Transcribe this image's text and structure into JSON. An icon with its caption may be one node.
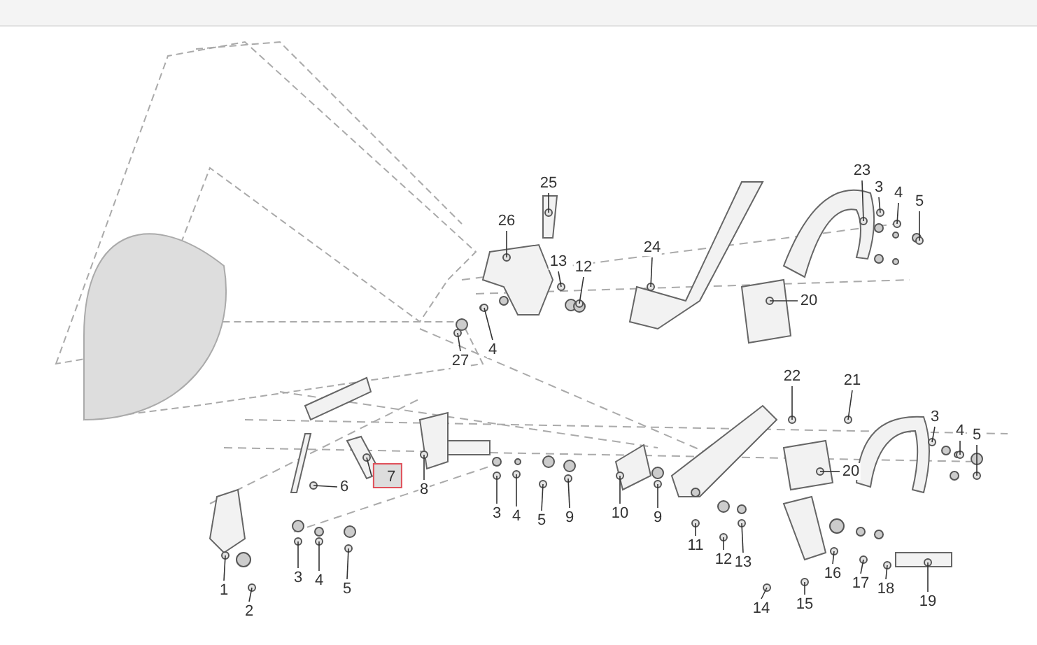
{
  "diagram": {
    "nodes": [
      {
        "text": [
          "25"
        ]
      },
      {
        "text": [
          "26"
        ]
      },
      {
        "text": [
          "13"
        ]
      },
      {
        "text": [
          "12"
        ]
      },
      {
        "text": [
          "24"
        ]
      },
      {
        "text": [
          "23"
        ]
      },
      {
        "text": [
          "3"
        ]
      },
      {
        "text": [
          "4"
        ]
      },
      {
        "text": [
          "5"
        ]
      },
      {
        "text": [
          "20"
        ]
      },
      {
        "text": [
          "27"
        ]
      },
      {
        "text": [
          "4"
        ]
      },
      {
        "text": [
          "22"
        ]
      },
      {
        "text": [
          "21"
        ]
      },
      {
        "text": [
          "3"
        ]
      },
      {
        "text": [
          "4"
        ]
      },
      {
        "text": [
          "5"
        ]
      },
      {
        "text": [
          "20"
        ]
      },
      {
        "text": [
          "8"
        ]
      },
      {
        "text": [
          "7"
        ]
      },
      {
        "text": [
          "6"
        ]
      },
      {
        "text": [
          "3"
        ]
      },
      {
        "text": [
          "4"
        ]
      },
      {
        "text": [
          "5"
        ]
      },
      {
        "text": [
          "9"
        ]
      },
      {
        "text": [
          "10"
        ]
      },
      {
        "text": [
          "9"
        ]
      },
      {
        "text": [
          "11"
        ]
      },
      {
        "text": [
          "12"
        ]
      },
      {
        "text": [
          "13"
        ]
      },
      {
        "text": [
          "14"
        ]
      },
      {
        "text": [
          "15"
        ]
      },
      {
        "text": [
          "16"
        ]
      },
      {
        "text": [
          "17"
        ]
      },
      {
        "text": [
          "18"
        ]
      },
      {
        "text": [
          "19"
        ]
      },
      {
        "text": [
          "1"
        ]
      },
      {
        "text": [
          "2"
        ]
      },
      {
        "text": [
          "3"
        ]
      },
      {
        "text": [
          "4"
        ]
      },
      {
        "text": [
          "5"
        ]
      }
    ],
    "edges": [
      {
        "from": 0,
        "to": null,
        "arrow": "none"
      },
      {
        "from": 1,
        "to": null,
        "arrow": "none"
      },
      {
        "from": 2,
        "to": null,
        "arrow": "none"
      },
      {
        "from": 3,
        "to": null,
        "arrow": "none"
      },
      {
        "from": 4,
        "to": null,
        "arrow": "none"
      },
      {
        "from": 5,
        "to": null,
        "arrow": "none"
      },
      {
        "from": 6,
        "to": null,
        "arrow": "none"
      },
      {
        "from": 7,
        "to": null,
        "arrow": "none"
      },
      {
        "from": 8,
        "to": null,
        "arrow": "none"
      },
      {
        "from": 9,
        "to": null,
        "arrow": "none"
      },
      {
        "from": 10,
        "to": null,
        "arrow": "none"
      },
      {
        "from": 11,
        "to": null,
        "arrow": "none"
      },
      {
        "from": 12,
        "to": null,
        "arrow": "none"
      },
      {
        "from": 13,
        "to": null,
        "arrow": "none"
      },
      {
        "from": 14,
        "to": null,
        "arrow": "none"
      },
      {
        "from": 15,
        "to": null,
        "arrow": "none"
      },
      {
        "from": 16,
        "to": null,
        "arrow": "none"
      },
      {
        "from": 17,
        "to": null,
        "arrow": "none"
      },
      {
        "from": 18,
        "to": null,
        "arrow": "none"
      },
      {
        "from": 19,
        "to": null,
        "arrow": "none"
      },
      {
        "from": 20,
        "to": null,
        "arrow": "none"
      },
      {
        "from": 21,
        "to": null,
        "arrow": "none"
      },
      {
        "from": 22,
        "to": null,
        "arrow": "none"
      },
      {
        "from": 23,
        "to": null,
        "arrow": "none"
      },
      {
        "from": 24,
        "to": null,
        "arrow": "none"
      },
      {
        "from": 25,
        "to": null,
        "arrow": "none"
      },
      {
        "from": 26,
        "to": null,
        "arrow": "none"
      },
      {
        "from": 27,
        "to": null,
        "arrow": "none"
      },
      {
        "from": 28,
        "to": null,
        "arrow": "none"
      },
      {
        "from": 29,
        "to": null,
        "arrow": "none"
      },
      {
        "from": 30,
        "to": null,
        "arrow": "none"
      },
      {
        "from": 31,
        "to": null,
        "arrow": "none"
      },
      {
        "from": 32,
        "to": null,
        "arrow": "none"
      },
      {
        "from": 33,
        "to": null,
        "arrow": "none"
      },
      {
        "from": 34,
        "to": null,
        "arrow": "none"
      },
      {
        "from": 35,
        "to": null,
        "arrow": "none"
      },
      {
        "from": 36,
        "to": null,
        "arrow": "none"
      },
      {
        "from": 37,
        "to": null,
        "arrow": "none"
      },
      {
        "from": 38,
        "to": null,
        "arrow": "none"
      },
      {
        "from": 39,
        "to": null,
        "arrow": "none"
      },
      {
        "from": 40,
        "to": null,
        "arrow": "none"
      }
    ]
  }
}
